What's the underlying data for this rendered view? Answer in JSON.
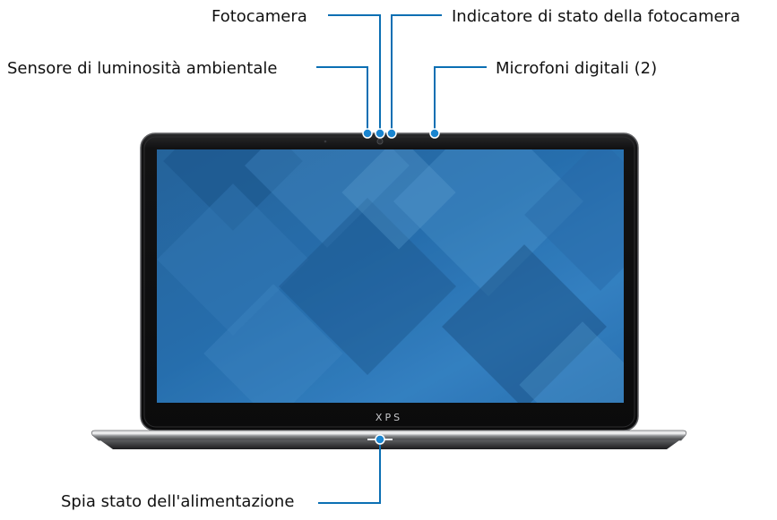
{
  "callouts": {
    "camera": "Fotocamera",
    "camera_status_light": "Indicatore di stato della fotocamera",
    "ambient_light_sensor": "Sensore di luminosità ambientale",
    "digital_microphones": "Microfoni digitali (2)",
    "power_status_light": "Spia stato dell'alimentazione"
  },
  "device": {
    "logo": "XPS"
  },
  "colors": {
    "callout_line": "#0b6fb3",
    "callout_dot": "#1a85d0",
    "bezel": "#0d0d0e",
    "screen_dark": "#1a4f80",
    "screen_light": "#3f8ed0"
  }
}
